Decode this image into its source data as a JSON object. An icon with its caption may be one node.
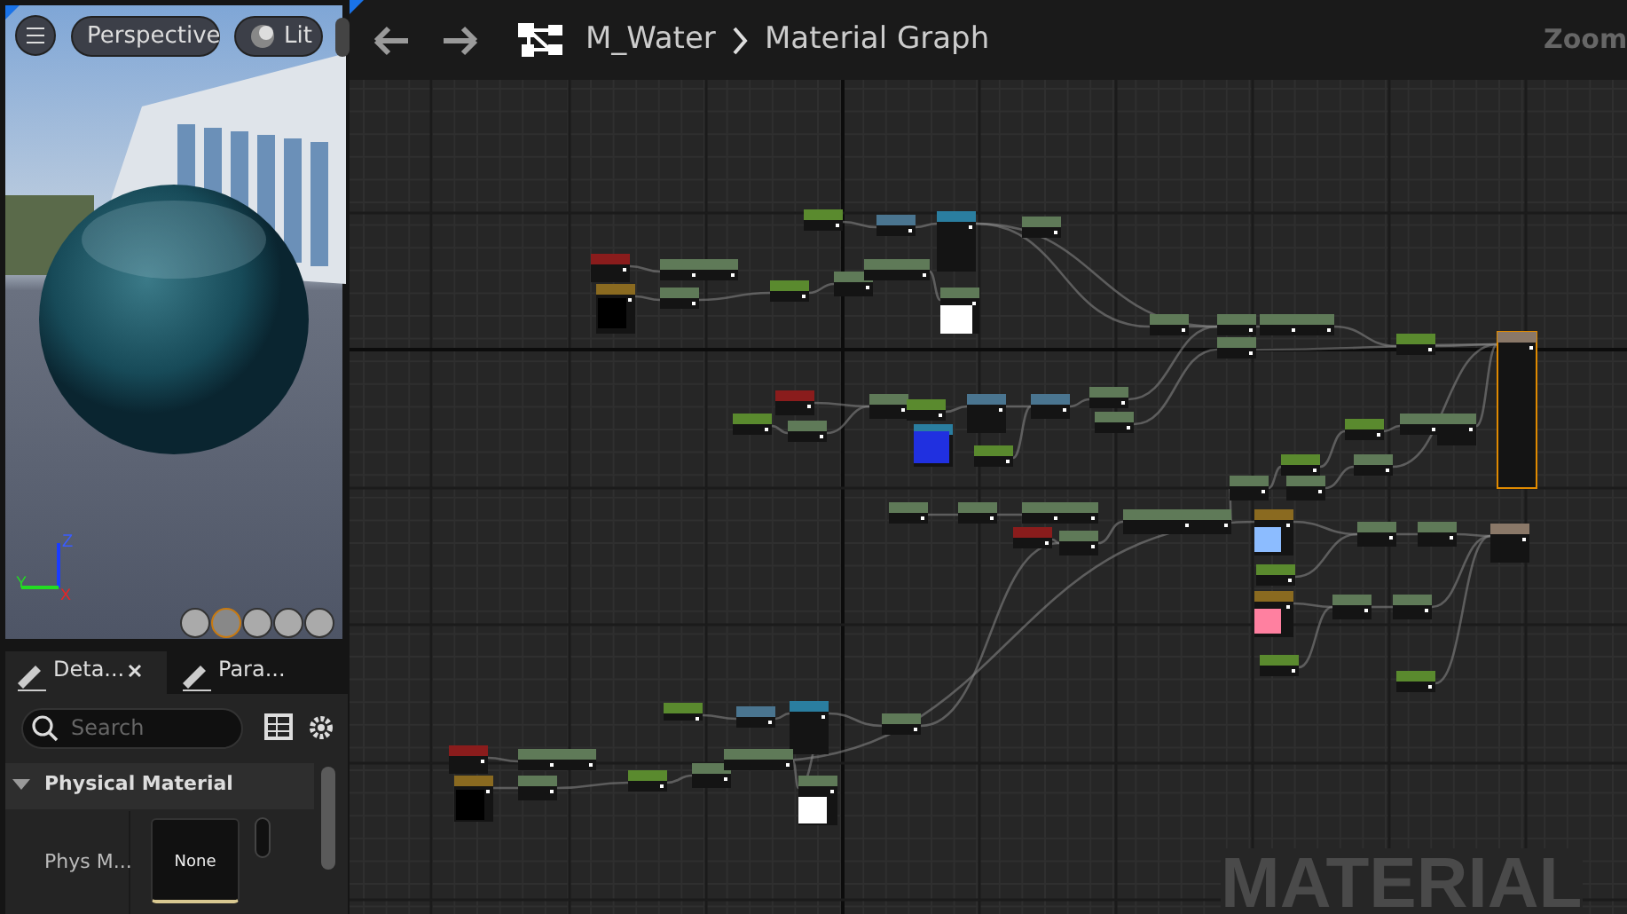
{
  "diagram": {
    "labels": [
      "Perspective",
      "Lit",
      "M_Water",
      "Material Graph",
      "Zoom",
      "Deta...",
      "Para...",
      "Search",
      "Physical Material",
      "Phys M...",
      "None",
      "MATERIAL",
      "Z",
      "Y",
      "X"
    ]
  }
}
